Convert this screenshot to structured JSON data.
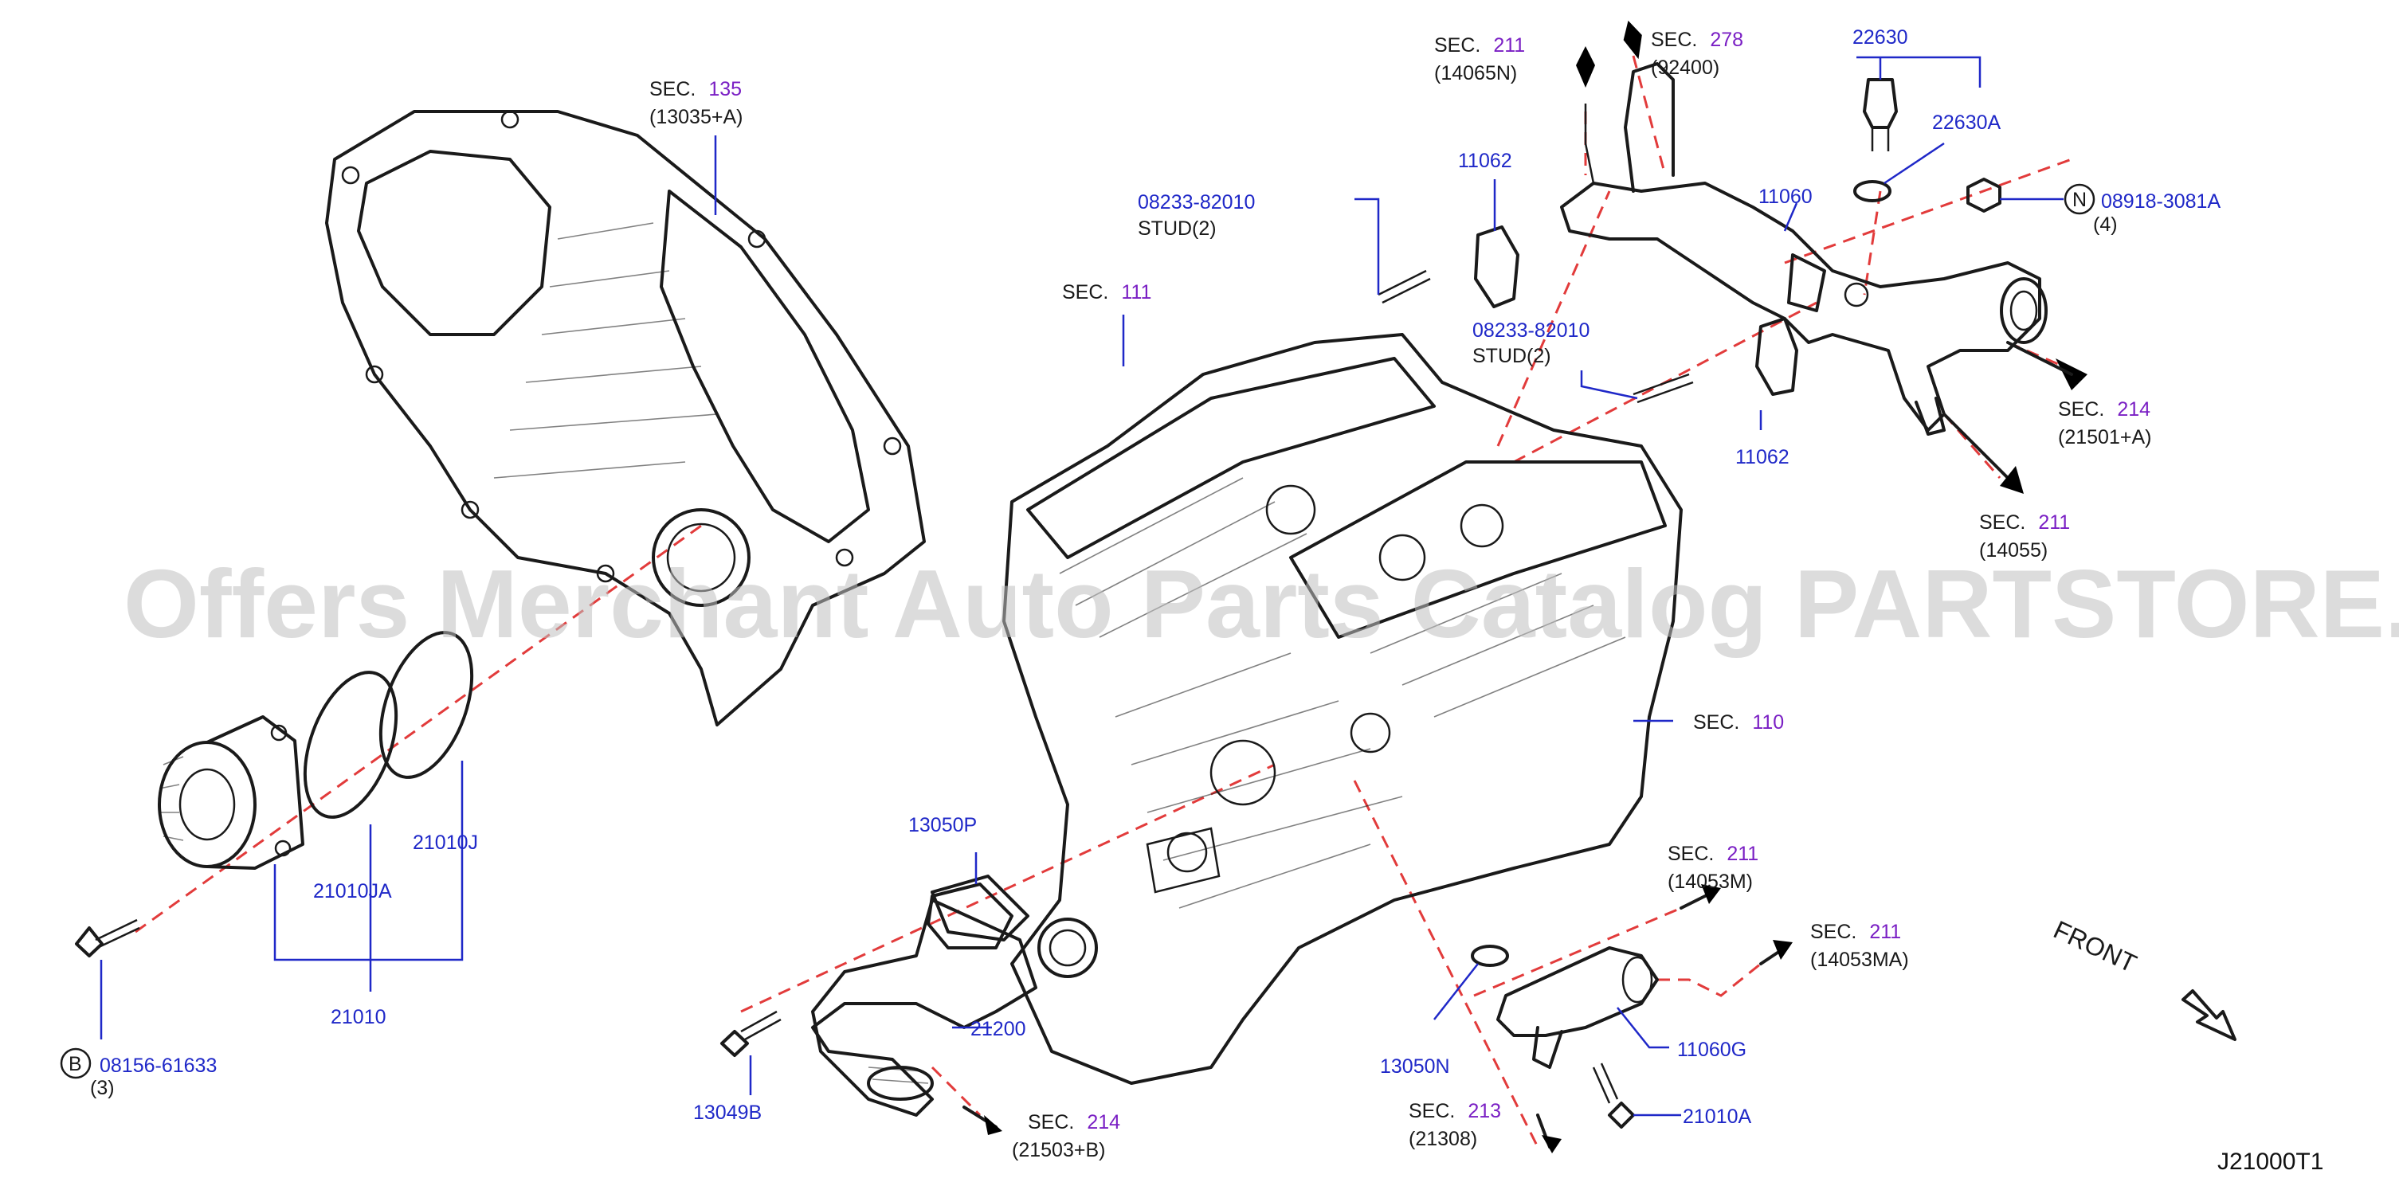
{
  "watermark": "Offers Merchant Auto Parts Catalog PARTSTORE.SA",
  "diagram_code": "J21000T1",
  "front_label": "FRONT",
  "sec_prefix": "SEC.",
  "callouts": [
    {
      "id": "sec135",
      "sec": "135",
      "ref": "(13035+A)"
    },
    {
      "id": "sec111",
      "sec": "111"
    },
    {
      "id": "sec110",
      "sec": "110"
    },
    {
      "id": "sec211a",
      "sec": "211",
      "ref": "(14065N)"
    },
    {
      "id": "sec278",
      "sec": "278",
      "ref": "(92400)"
    },
    {
      "id": "sec214a",
      "sec": "214",
      "ref": "(21501+A)"
    },
    {
      "id": "sec211b",
      "sec": "211",
      "ref": "(14055)"
    },
    {
      "id": "sec211c",
      "sec": "211",
      "ref": "(14053M)"
    },
    {
      "id": "sec211d",
      "sec": "211",
      "ref": "(14053MA)"
    },
    {
      "id": "sec213",
      "sec": "213",
      "ref": "(21308)"
    },
    {
      "id": "sec214b",
      "sec": "214",
      "ref": "(21503+B)"
    }
  ],
  "parts": [
    {
      "id": "p22630",
      "number": "22630"
    },
    {
      "id": "p22630A",
      "number": "22630A"
    },
    {
      "id": "p11060",
      "number": "11060"
    },
    {
      "id": "p11062a",
      "number": "11062"
    },
    {
      "id": "p11062b",
      "number": "11062"
    },
    {
      "id": "p08233a",
      "number": "08233-82010",
      "note": "STUD(2)"
    },
    {
      "id": "p08233b",
      "number": "08233-82010",
      "note": "STUD(2)"
    },
    {
      "id": "p08918",
      "number": "08918-3081A",
      "letter": "N",
      "qty": "(4)"
    },
    {
      "id": "p21010J",
      "number": "21010J"
    },
    {
      "id": "p21010JA",
      "number": "21010JA"
    },
    {
      "id": "p21010",
      "number": "21010"
    },
    {
      "id": "p08156",
      "number": "08156-61633",
      "letter": "B",
      "qty": "(3)"
    },
    {
      "id": "p13050P",
      "number": "13050P"
    },
    {
      "id": "p21200",
      "number": "21200"
    },
    {
      "id": "p13049B",
      "number": "13049B"
    },
    {
      "id": "p13050N",
      "number": "13050N"
    },
    {
      "id": "p11060G",
      "number": "11060G"
    },
    {
      "id": "p21010A",
      "number": "21010A"
    }
  ]
}
